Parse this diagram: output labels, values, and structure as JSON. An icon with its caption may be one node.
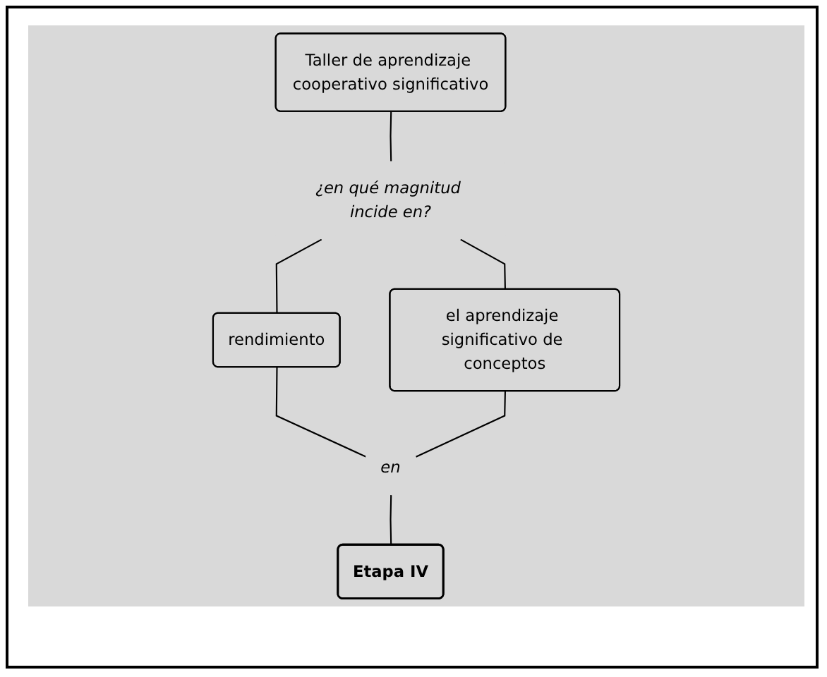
{
  "diagram": {
    "nodes": [
      {
        "text": [
          "Taller de aprendizaje cooperativo significativo"
        ]
      },
      {
        "text": [
          "¿en qué magnitud incide en?"
        ]
      },
      {
        "text": [
          "rendimiento"
        ]
      },
      {
        "text": [
          "el aprendizaje significativo de conceptos"
        ]
      },
      {
        "text": [
          "en"
        ]
      },
      {
        "text": [
          "Etapa IV"
        ]
      }
    ],
    "edges": [
      {
        "from": 0,
        "to": 1,
        "arrow": "none"
      },
      {
        "from": 1,
        "to": 2,
        "arrow": "none"
      },
      {
        "from": 1,
        "to": 3,
        "arrow": "none"
      },
      {
        "from": 2,
        "to": 4,
        "arrow": "none"
      },
      {
        "from": 3,
        "to": 4,
        "arrow": "none"
      },
      {
        "from": 4,
        "to": 5,
        "arrow": "none"
      }
    ]
  }
}
